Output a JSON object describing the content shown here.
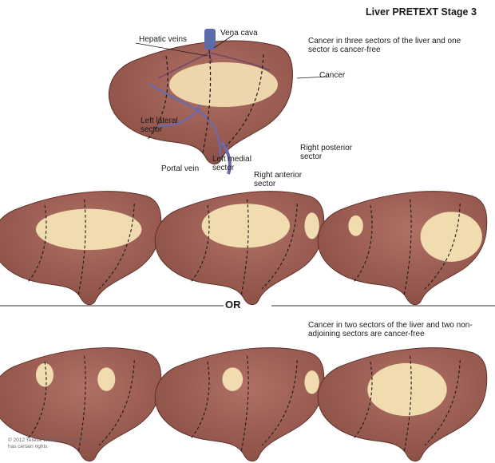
{
  "title": "Liver PRETEXT Stage 3",
  "description_1": "Cancer in three sectors of the liver and one sector is cancer-free",
  "description_2": "Cancer in two sectors of the liver and two non-adjoining sectors are cancer-free",
  "labels": {
    "vena_cava": "Vena cava",
    "hepatic_veins": "Hepatic veins",
    "cancer": "Cancer",
    "left_lateral_sector": "Left lateral sector",
    "right_posterior_sector": "Right posterior sector",
    "left_medial_sector": "Left medial sector",
    "portal_vein": "Portal vein",
    "right_anterior_sector": "Right anterior sector"
  },
  "separator": "OR",
  "credit": "© 2012 Terese Winslow U.S. Govt. has certain rights",
  "colors": {
    "liver": "#9a5c50",
    "liver_dark": "#6f3b33",
    "tumor": "#f1dcb0",
    "vein": "#6c6aa8"
  }
}
